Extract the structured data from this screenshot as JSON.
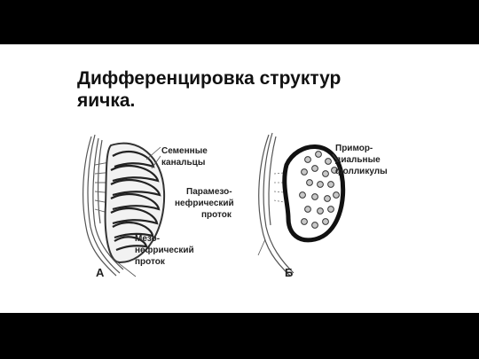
{
  "slide": {
    "title_line1": "Дифференцировка структур",
    "title_line2": "яичка."
  },
  "figure": {
    "panel_a": {
      "letter": "А",
      "seminiferous_label": [
        "Семенные",
        "канальцы"
      ],
      "mesonephric_label": [
        "Мезо-",
        "нефрический",
        "проток"
      ]
    },
    "panel_b": {
      "letter": "Б",
      "follicles_label": [
        "Примор-",
        "диальные",
        "фолликулы"
      ],
      "paramesonephric_label": [
        "Парамезо-",
        "нефрический",
        "проток"
      ]
    }
  }
}
